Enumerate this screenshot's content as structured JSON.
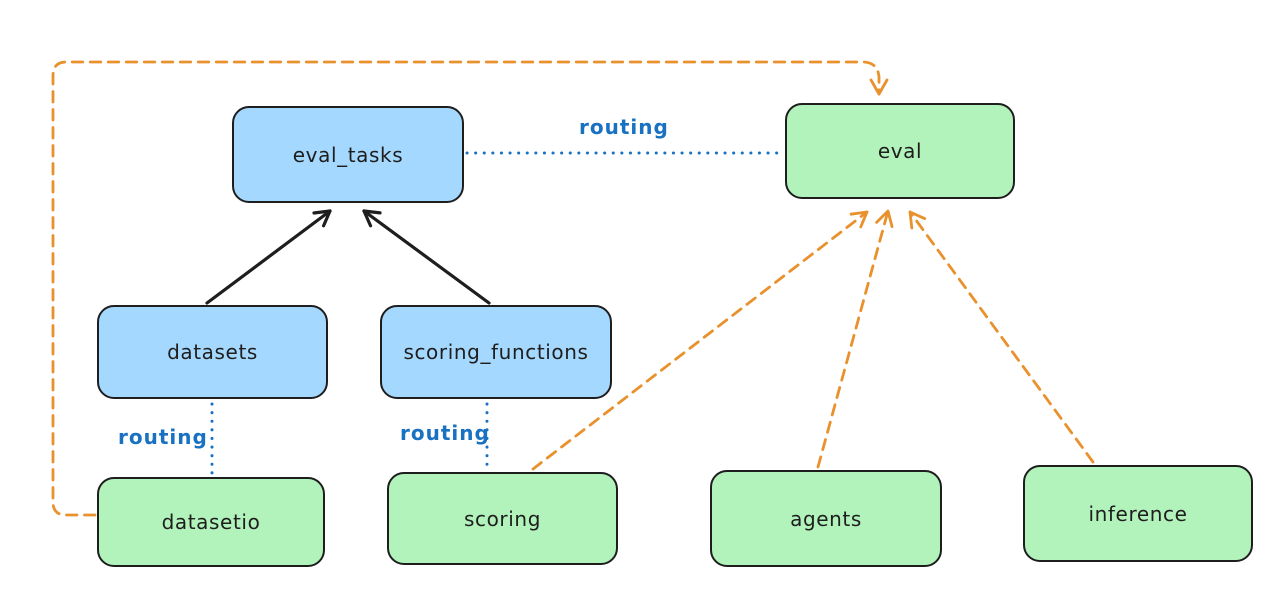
{
  "diagram_type": "architecture-graph",
  "nodes": {
    "eval_tasks": {
      "label": "eval_tasks",
      "fill": "blue"
    },
    "datasets": {
      "label": "datasets",
      "fill": "blue"
    },
    "scoring_functions": {
      "label": "scoring_functions",
      "fill": "blue"
    },
    "eval": {
      "label": "eval",
      "fill": "green"
    },
    "datasetio": {
      "label": "datasetio",
      "fill": "green"
    },
    "scoring": {
      "label": "scoring",
      "fill": "green"
    },
    "agents": {
      "label": "agents",
      "fill": "green"
    },
    "inference": {
      "label": "inference",
      "fill": "green"
    }
  },
  "edges": [
    {
      "from": "datasets",
      "to": "eval_tasks",
      "style": "solid-arrow",
      "color": "black"
    },
    {
      "from": "scoring_functions",
      "to": "eval_tasks",
      "style": "solid-arrow",
      "color": "black"
    },
    {
      "from": "eval_tasks",
      "to": "eval",
      "style": "dotted",
      "color": "blue",
      "label": "routing"
    },
    {
      "from": "datasets",
      "to": "datasetio",
      "style": "dotted",
      "color": "blue",
      "label": "routing"
    },
    {
      "from": "scoring_functions",
      "to": "scoring",
      "style": "dotted",
      "color": "blue",
      "label": "routing"
    },
    {
      "from": "datasetio",
      "to": "eval",
      "style": "dashed-arrow",
      "color": "orange"
    },
    {
      "from": "scoring",
      "to": "eval",
      "style": "dashed-arrow",
      "color": "orange"
    },
    {
      "from": "agents",
      "to": "eval",
      "style": "dashed-arrow",
      "color": "orange"
    },
    {
      "from": "inference",
      "to": "eval",
      "style": "dashed-arrow",
      "color": "orange"
    }
  ],
  "colors": {
    "background": "#ffffff",
    "ink": "#1e1e1e",
    "blue_fill": "#a5d8ff",
    "green_fill": "#b2f2bb",
    "orange": "#e8912d",
    "routing_blue": "#1971c2"
  }
}
